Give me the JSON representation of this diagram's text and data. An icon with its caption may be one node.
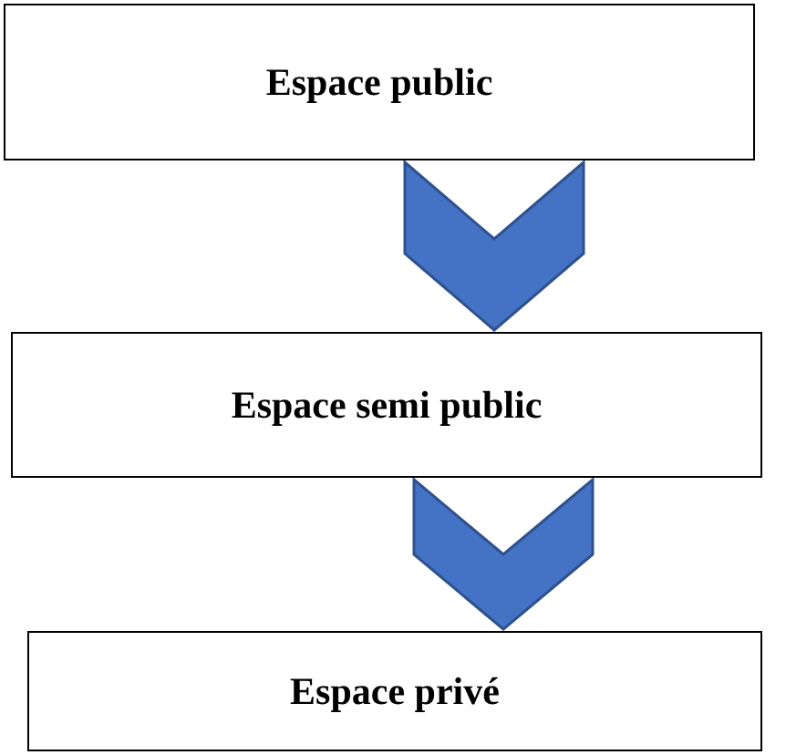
{
  "diagram": {
    "nodes": [
      {
        "text": [
          "Espace public"
        ]
      },
      {
        "text": [
          "Espace semi public"
        ]
      },
      {
        "text": [
          "Espace privé"
        ]
      }
    ],
    "edges": [
      {
        "from": 0,
        "to": 1,
        "arrow": "to"
      },
      {
        "from": 1,
        "to": 2,
        "arrow": "to"
      }
    ]
  }
}
